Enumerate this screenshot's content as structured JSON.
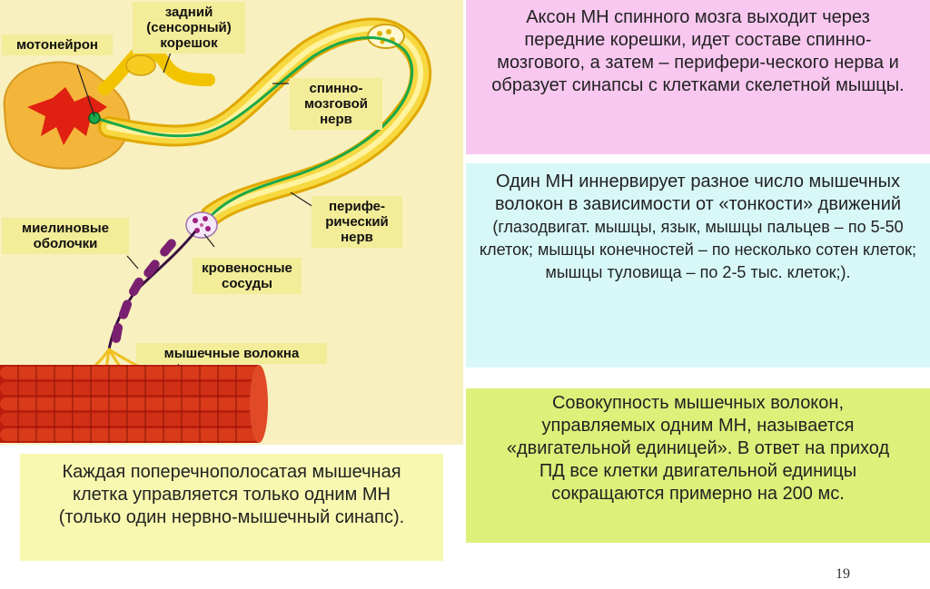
{
  "diagram": {
    "labels": {
      "motoneuron": "мотонейрон",
      "dorsal_root": "задний\n(сенсорный)\nкорешок",
      "spinal_nerve": "спинно-\nмозговой\nнерв",
      "myelin": "миелиновые\nоболочки",
      "blood_vessels": "кровеносные\nсосуды",
      "peripheral_nerve": "перифе-\nрический\nнерв",
      "muscle_fibers": "мышечные волокна"
    }
  },
  "boxes": {
    "axon": "Аксон МН спинного мозга выходит через передние корешки, идет составе спинно-мозгового, а затем – перифери-ческого нерва и образует синапсы с клетками скелетной мышцы.",
    "innervation_line1": "Один МН иннервирует разное число мышечных волокон в зависимости от «тонкости» движений",
    "innervation_line2": "(глазодвигат. мышцы, язык, мышцы пальцев – по 5-50 клеток; мышцы конечностей – по несколько сотен клеток; мышцы туловища – по 2-5 тыс. клеток;).",
    "motor_unit": "Совокупность мышечных волокон, управляемых одним МН, называется «двигательной единицей». В ответ на приход ПД все клетки двигательной единицы сокращаются примерно на 200 мс.",
    "single_synapse": "Каждая поперечнополосатая мышечная клетка управляется только одним МН (только один нервно-мышечный синапс)."
  },
  "page_number": "19",
  "colors": {
    "pink_box": "#f8c8f0",
    "cyan_box": "#d8f8f8",
    "green_box": "#ddf07a",
    "yellow_box": "#f8f8b0",
    "diagram_bg": "#f8f0be",
    "nerve_yellow": "#f2c400",
    "axon_green": "#1aa84a",
    "muscle_red": "#cc2a10"
  }
}
